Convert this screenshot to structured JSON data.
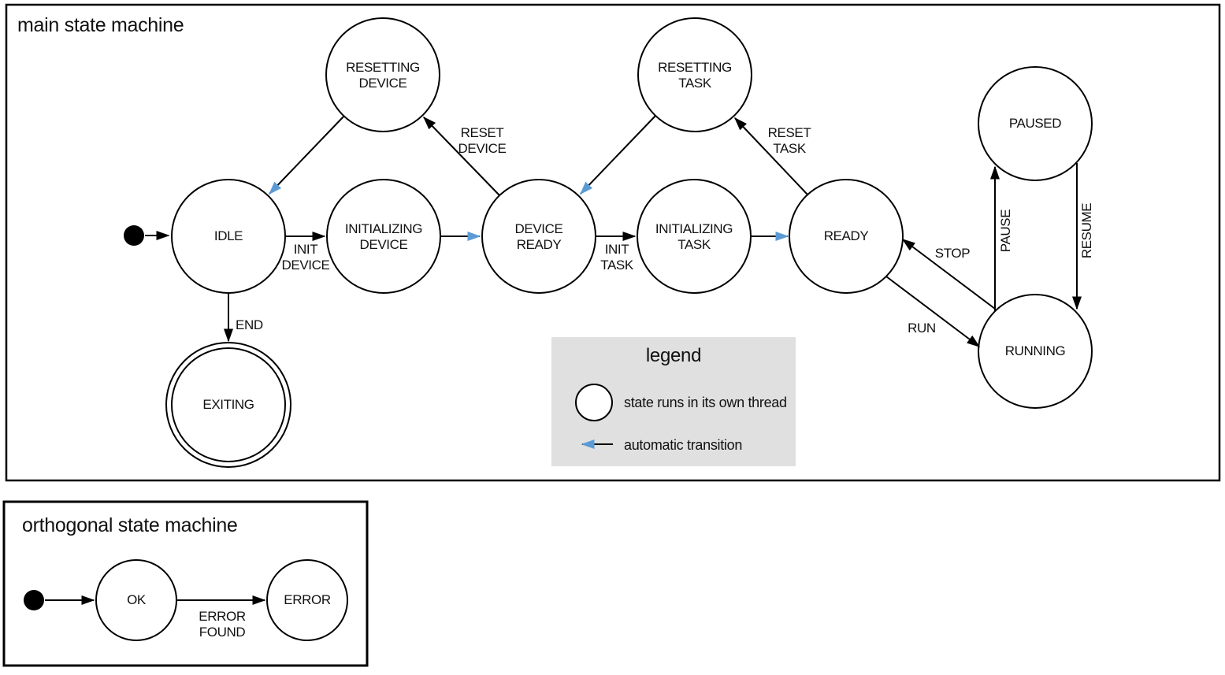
{
  "colors": {
    "threaded_state_fill": "#b4c7e7",
    "automatic_transition": "#5b9bd5",
    "legend_background": "#e0e0e0",
    "outline": "#000000"
  },
  "main_machine": {
    "title": "main state machine",
    "states": {
      "idle": {
        "lines": [
          "IDLE"
        ]
      },
      "resetting_device": {
        "lines": [
          "RESETTING",
          "DEVICE"
        ]
      },
      "initializing_device": {
        "lines": [
          "INITIALIZING",
          "DEVICE"
        ]
      },
      "device_ready": {
        "lines": [
          "DEVICE",
          "READY"
        ]
      },
      "resetting_task": {
        "lines": [
          "RESETTING",
          "TASK"
        ]
      },
      "initializing_task": {
        "lines": [
          "INITIALIZING",
          "TASK"
        ]
      },
      "ready": {
        "lines": [
          "READY"
        ]
      },
      "paused": {
        "lines": [
          "PAUSED"
        ]
      },
      "running": {
        "lines": [
          "RUNNING"
        ]
      },
      "exiting": {
        "lines": [
          "EXITING"
        ]
      }
    },
    "transitions": {
      "init_device": {
        "lines": [
          "INIT",
          "DEVICE"
        ]
      },
      "reset_device": {
        "lines": [
          "RESET",
          "DEVICE"
        ]
      },
      "init_task": {
        "lines": [
          "INIT",
          "TASK"
        ]
      },
      "reset_task": {
        "lines": [
          "RESET",
          "TASK"
        ]
      },
      "end": {
        "lines": [
          "END"
        ]
      },
      "run": {
        "lines": [
          "RUN"
        ]
      },
      "stop": {
        "lines": [
          "STOP"
        ]
      },
      "pause": {
        "lines": [
          "PAUSE"
        ]
      },
      "resume": {
        "lines": [
          "RESUME"
        ]
      }
    }
  },
  "legend": {
    "title": "legend",
    "threaded_state_label": "state runs in its own thread",
    "automatic_transition_label": "automatic transition"
  },
  "orthogonal_machine": {
    "title": "orthogonal state machine",
    "states": {
      "ok": {
        "lines": [
          "OK"
        ]
      },
      "error": {
        "lines": [
          "ERROR"
        ]
      }
    },
    "transitions": {
      "error_found": {
        "lines": [
          "ERROR",
          "FOUND"
        ]
      }
    }
  }
}
